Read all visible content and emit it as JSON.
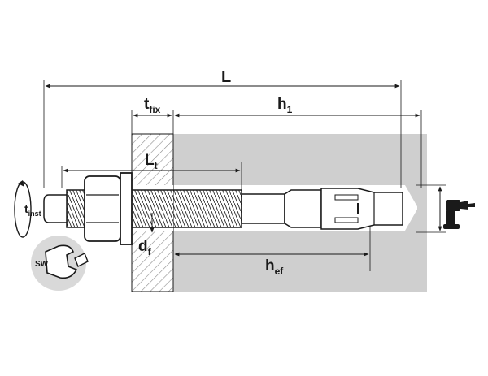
{
  "diagram": {
    "labels": {
      "L": "L",
      "h": "h",
      "h_sub": "1",
      "t": "t",
      "t_sub": "fix",
      "Lt": "L",
      "Lt_sub": "t",
      "d": "d",
      "d_sub": "f",
      "hef": "h",
      "hef_sub": "ef",
      "tinst": "t",
      "tinst_sub": "inst",
      "sw": "SW"
    },
    "colors": {
      "line": "#1a1a1a",
      "base_material": "#cfcfcf",
      "fixture_hatch": "#8c8c8c",
      "circle_bg": "#d9d9d9"
    },
    "icons": [
      "torque-rotation-icon",
      "wrench-icon",
      "drill-icon"
    ]
  }
}
